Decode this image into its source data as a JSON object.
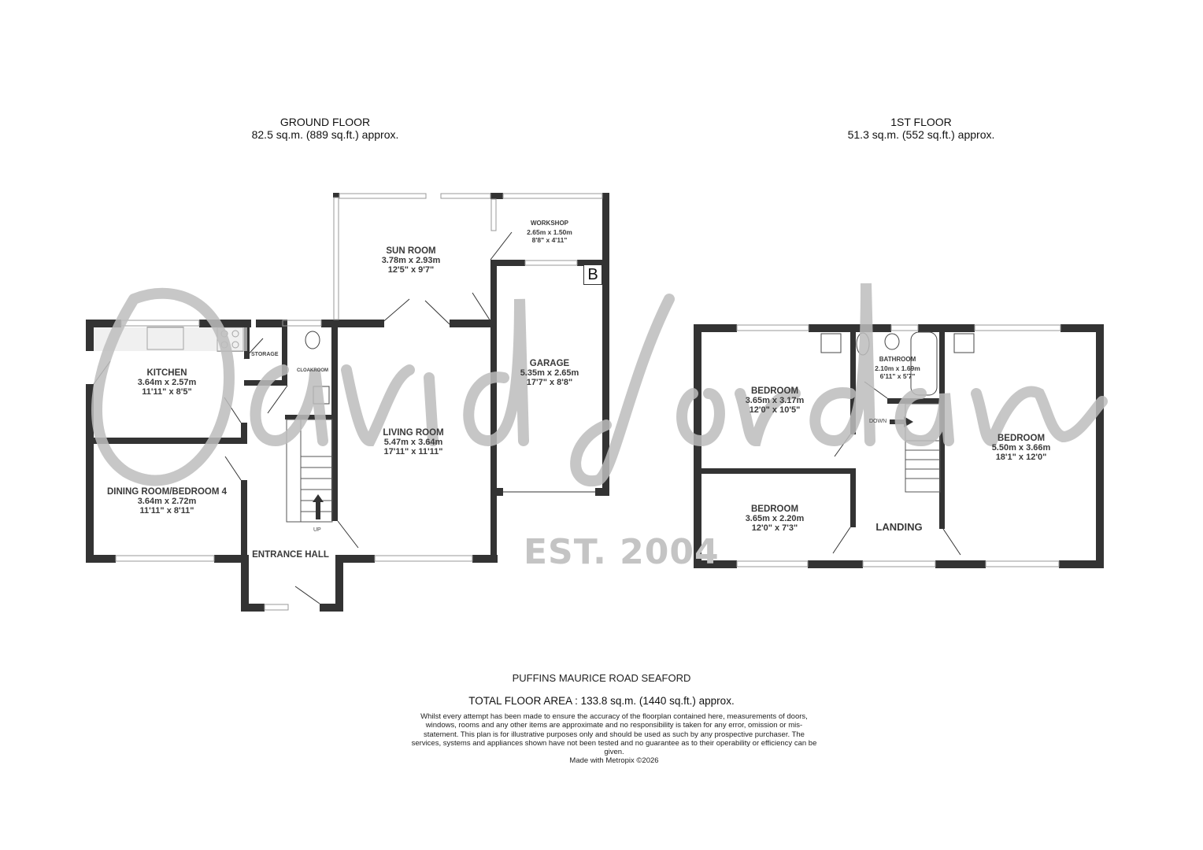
{
  "ground_floor": {
    "title": "GROUND FLOOR",
    "area": "82.5 sq.m. (889 sq.ft.) approx.",
    "rooms": [
      {
        "name": "SUN ROOM",
        "metric": "3.78m  x 2.93m",
        "imperial": "12'5\"  x 9'7\""
      },
      {
        "name": "WORKSHOP",
        "metric": "2.65m  x 1.50m",
        "imperial": "8'8\"  x 4'11\""
      },
      {
        "name": "KITCHEN",
        "metric": "3.64m  x 2.57m",
        "imperial": "11'11\"  x 8'5\""
      },
      {
        "name": "STORAGE"
      },
      {
        "name": "CLOAKROOM"
      },
      {
        "name": "GARAGE",
        "metric": "5.35m  x 2.65m",
        "imperial": "17'7\"  x 8'8\""
      },
      {
        "name": "LIVING ROOM",
        "metric": "5.47m  x 3.64m",
        "imperial": "17'11\"  x 11'11\""
      },
      {
        "name": "DINING ROOM/BEDROOM 4",
        "metric": "3.64m  x 2.72m",
        "imperial": "11'11\"  x 8'11\""
      },
      {
        "name": "ENTRANCE HALL"
      }
    ],
    "stair_label": "UP",
    "boiler_label": "B"
  },
  "first_floor": {
    "title": "1ST FLOOR",
    "area": "51.3 sq.m. (552 sq.ft.) approx.",
    "rooms": [
      {
        "name": "BEDROOM",
        "metric": "3.65m  x 3.17m",
        "imperial": "12'0\"  x 10'5\""
      },
      {
        "name": "BATHROOM",
        "metric": "2.10m  x 1.69m",
        "imperial": "6'11\"  x 5'7\""
      },
      {
        "name": "BEDROOM",
        "metric": "5.50m  x 3.66m",
        "imperial": "18'1\"  x 12'0\""
      },
      {
        "name": "BEDROOM",
        "metric": "3.65m  x 2.20m",
        "imperial": "12'0\"  x 7'3\""
      },
      {
        "name": "LANDING"
      }
    ],
    "stair_label": "DOWN"
  },
  "watermark": {
    "script": "David Jordan",
    "est": "EST. 2004"
  },
  "footer": {
    "address": "PUFFINS MAURICE ROAD SEAFORD",
    "total_area": "TOTAL FLOOR AREA : 133.8 sq.m. (1440 sq.ft.) approx.",
    "disclaimer": "Whilst every attempt has been made to ensure the accuracy of the floorplan contained here, measurements of doors, windows, rooms and any other items are approximate and no responsibility is taken for any error, omission or mis-statement. This plan is for illustrative purposes only and should be used as such by any prospective purchaser. The services, systems and appliances shown have not been tested and no guarantee as to their operability or efficiency can be given.",
    "made_with": "Made with Metropix ©2026"
  },
  "colors": {
    "wall": "#333333",
    "watermark": "#bdbdbd",
    "text": "#3a3a3a"
  }
}
